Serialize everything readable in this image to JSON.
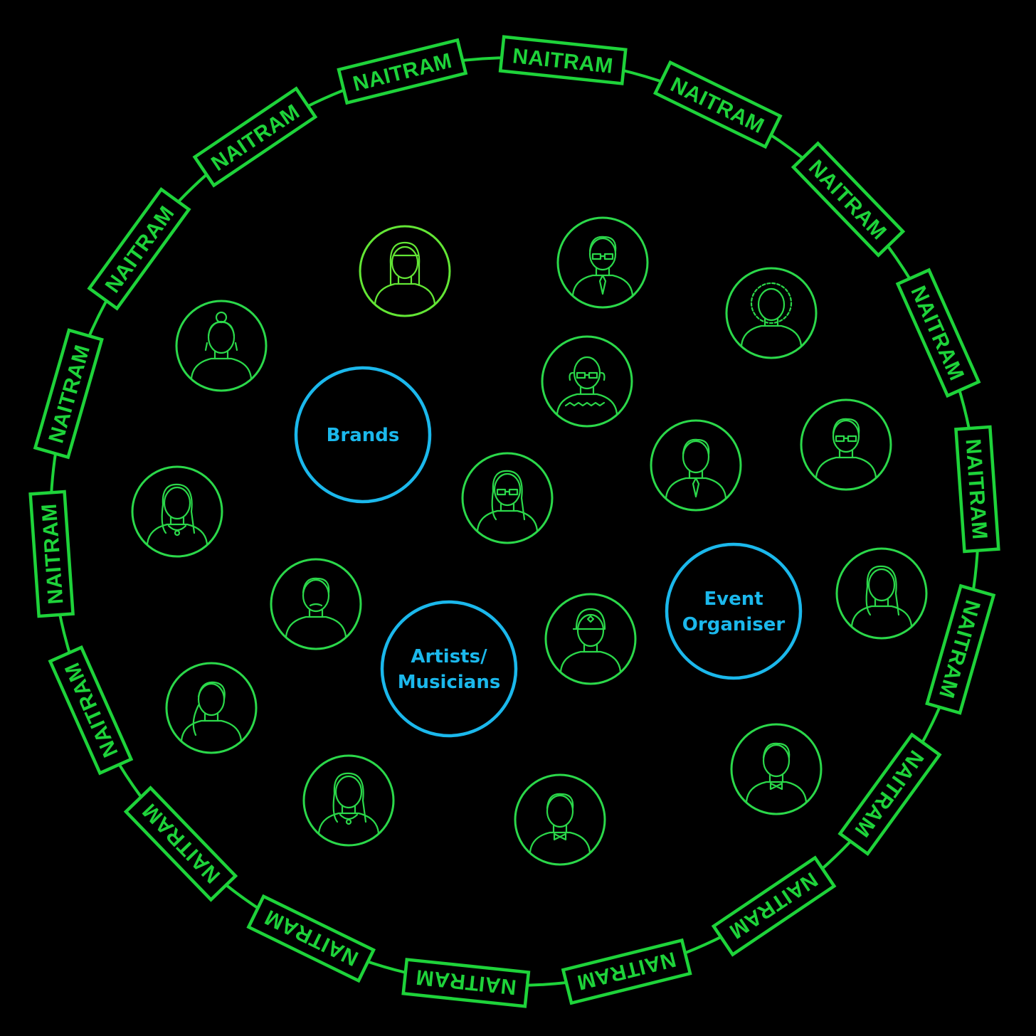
{
  "colors": {
    "background": "#000000",
    "ring": "#1ed33a",
    "badge": "#1ed33a",
    "avatar": "#2bd84a",
    "avatar_highlight": "#63e635",
    "category": "#1bb8ec"
  },
  "ring": {
    "badge_label": "NAITRAM",
    "badge_count": 18
  },
  "categories": [
    {
      "id": "brands",
      "lines": [
        "Brands"
      ]
    },
    {
      "id": "artists",
      "lines": [
        "Artists/",
        "Musicians"
      ]
    },
    {
      "id": "event-organiser",
      "lines": [
        "Event",
        "Organiser"
      ]
    }
  ],
  "avatars": [
    {
      "id": "avatar-woman-bangs",
      "icon": "woman-bangs-avatar-icon",
      "highlight": true
    },
    {
      "id": "avatar-man-glasses-tie",
      "icon": "man-glasses-tie-avatar-icon"
    },
    {
      "id": "avatar-woman-curly",
      "icon": "woman-curly-hair-avatar-icon"
    },
    {
      "id": "avatar-woman-bun",
      "icon": "woman-bun-avatar-icon"
    },
    {
      "id": "avatar-old-man-bald",
      "icon": "old-man-bald-avatar-icon"
    },
    {
      "id": "avatar-man-suit",
      "icon": "man-suit-avatar-icon"
    },
    {
      "id": "avatar-man-sunglasses",
      "icon": "man-sunglasses-avatar-icon"
    },
    {
      "id": "avatar-woman-glasses",
      "icon": "woman-glasses-avatar-icon"
    },
    {
      "id": "avatar-woman-necklace",
      "icon": "woman-necklace-avatar-icon"
    },
    {
      "id": "avatar-man-mustache",
      "icon": "man-mustache-avatar-icon"
    },
    {
      "id": "avatar-man-cap",
      "icon": "man-cap-avatar-icon"
    },
    {
      "id": "avatar-woman-long-hair",
      "icon": "woman-long-hair-avatar-icon"
    },
    {
      "id": "avatar-woman-ponytail",
      "icon": "woman-ponytail-avatar-icon"
    },
    {
      "id": "avatar-woman-earrings",
      "icon": "woman-earrings-avatar-icon"
    },
    {
      "id": "avatar-man-bowtie",
      "icon": "man-bowtie-avatar-icon"
    },
    {
      "id": "avatar-man-shirt",
      "icon": "man-shirt-avatar-icon"
    }
  ]
}
